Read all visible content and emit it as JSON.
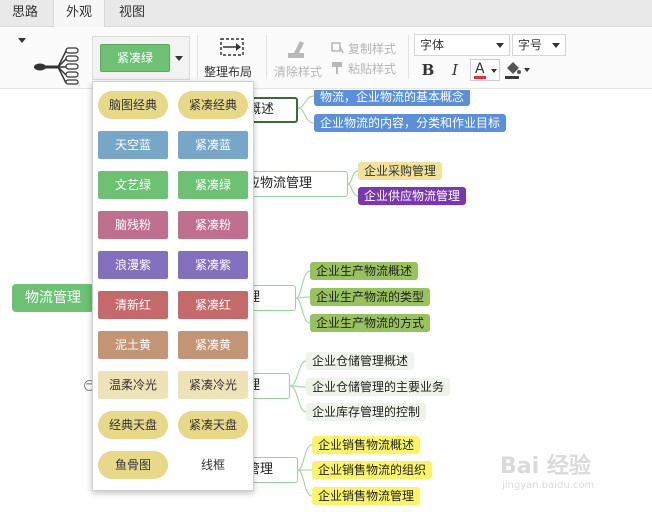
{
  "tabs": [
    {
      "label": "思路",
      "active": false
    },
    {
      "label": "外观",
      "active": true
    },
    {
      "label": "视图",
      "active": false
    }
  ],
  "toolbar": {
    "current_theme": "紧凑绿",
    "layout_label": "整理布局",
    "clear_style_label": "清除样式",
    "copy_style_label": "复制样式",
    "paste_style_label": "粘贴样式",
    "font_family": "字体",
    "font_size": "字号",
    "bold": "B",
    "italic": "I",
    "font_color_glyph": "A",
    "font_color": "#e23030",
    "bg_color": "#3a3a3a"
  },
  "theme_panel": {
    "items": [
      {
        "label": "脑图经典",
        "bg": "#e8d889",
        "fg": "#333333",
        "shape": "pill"
      },
      {
        "label": "紧凑经典",
        "bg": "#e8d889",
        "fg": "#333333",
        "shape": "pill"
      },
      {
        "label": "天空蓝",
        "bg": "#76a6c8",
        "fg": "#ffffff",
        "shape": "rect"
      },
      {
        "label": "紧凑蓝",
        "bg": "#76a6c8",
        "fg": "#ffffff",
        "shape": "rect"
      },
      {
        "label": "文艺绿",
        "bg": "#6dc173",
        "fg": "#ffffff",
        "shape": "rect"
      },
      {
        "label": "紧凑绿",
        "bg": "#6dc173",
        "fg": "#ffffff",
        "shape": "rect"
      },
      {
        "label": "脑残粉",
        "bg": "#c0708f",
        "fg": "#ffffff",
        "shape": "rect"
      },
      {
        "label": "紧凑粉",
        "bg": "#c0708f",
        "fg": "#ffffff",
        "shape": "rect"
      },
      {
        "label": "浪漫紫",
        "bg": "#8270bf",
        "fg": "#ffffff",
        "shape": "rect"
      },
      {
        "label": "紧凑紫",
        "bg": "#8270bf",
        "fg": "#ffffff",
        "shape": "rect"
      },
      {
        "label": "清新红",
        "bg": "#c56a6a",
        "fg": "#ffffff",
        "shape": "rect"
      },
      {
        "label": "紧凑红",
        "bg": "#c56a6a",
        "fg": "#ffffff",
        "shape": "rect"
      },
      {
        "label": "泥土黄",
        "bg": "#c39575",
        "fg": "#ffffff",
        "shape": "rect"
      },
      {
        "label": "紧凑黄",
        "bg": "#c39575",
        "fg": "#ffffff",
        "shape": "rect"
      },
      {
        "label": "温柔冷光",
        "bg": "#efe2b6",
        "fg": "#333333",
        "shape": "rect"
      },
      {
        "label": "紧凑冷光",
        "bg": "#efe2b6",
        "fg": "#333333",
        "shape": "rect"
      },
      {
        "label": "经典天盘",
        "bg": "#e8d889",
        "fg": "#333333",
        "shape": "pill"
      },
      {
        "label": "紧凑天盘",
        "bg": "#e8d889",
        "fg": "#333333",
        "shape": "pill"
      },
      {
        "label": "鱼骨图",
        "bg": "#e8d889",
        "fg": "#333333",
        "shape": "pill"
      },
      {
        "label": "线框",
        "bg": "#ffffff",
        "fg": "#333333",
        "shape": "rect"
      }
    ]
  },
  "mindmap": {
    "root": "物流管理",
    "branches": [
      {
        "label": "概述",
        "children": [
          "物流，企业物流的基本概念",
          "企业物流的内容，分类和作业目标"
        ]
      },
      {
        "label": "应物流管理",
        "children": [
          "企业采购管理",
          "企业供应物流管理"
        ]
      },
      {
        "label": "理",
        "children": [
          "企业生产物流概述",
          "企业生产物流的类型",
          "企业生产物流的方式"
        ]
      },
      {
        "label": "理",
        "children": [
          "企业仓储管理概述",
          "企业仓储管理的主要业务",
          "企业库存管理的控制"
        ]
      },
      {
        "label": "管理",
        "children": [
          "企业销售物流概述",
          "企业销售物流的组织",
          "企业销售物流管理"
        ]
      }
    ],
    "collapse_glyph": "−"
  },
  "watermark": {
    "main": "Bai 经验",
    "sub": "jingyan.baidu.com"
  }
}
